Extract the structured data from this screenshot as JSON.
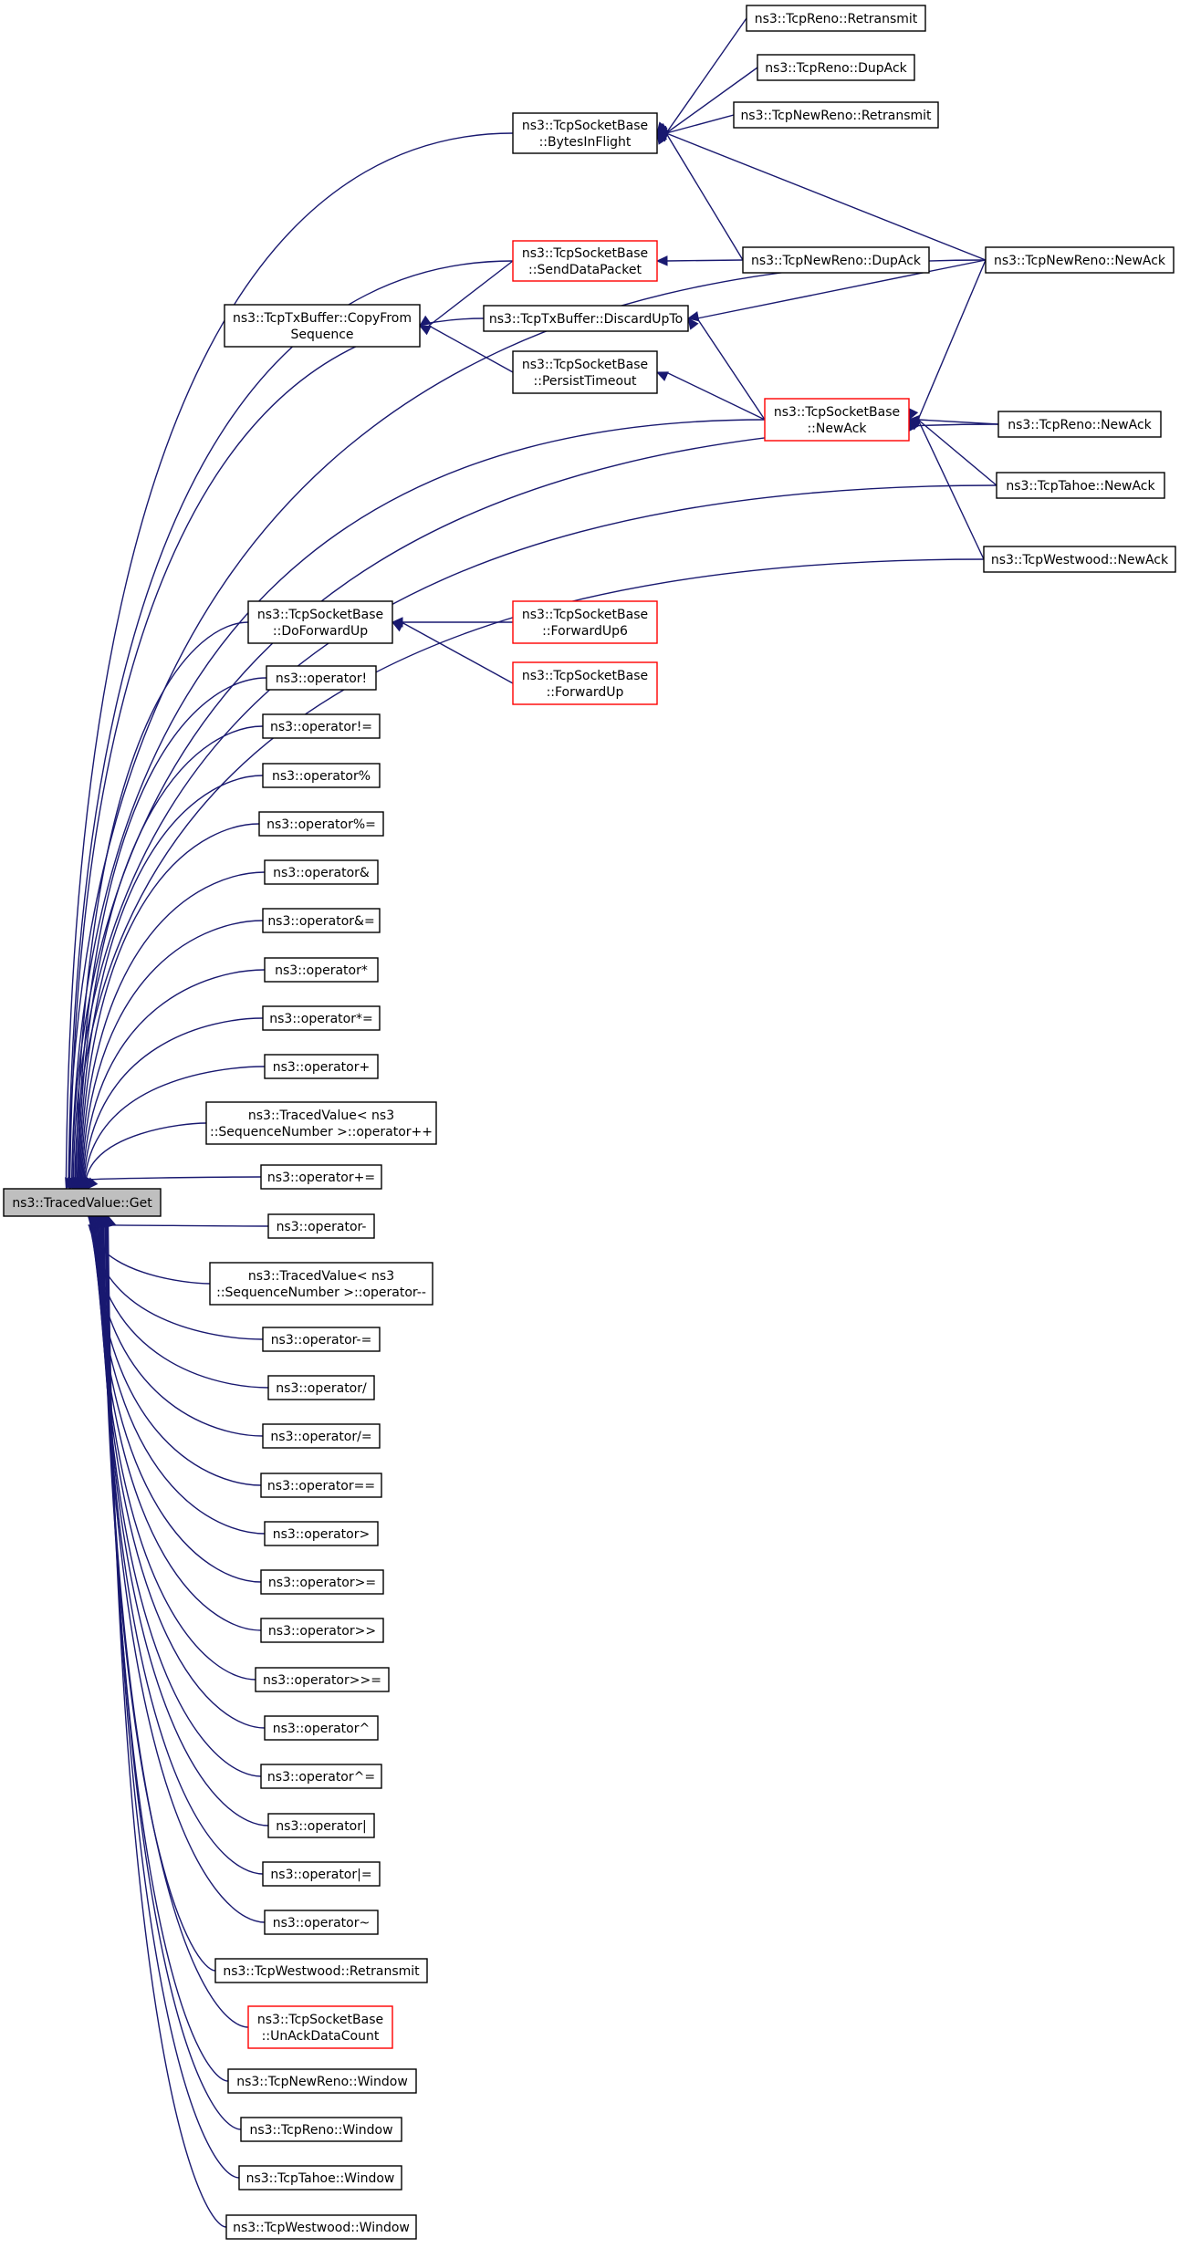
{
  "diagram": {
    "colors": {
      "edge": "#191970",
      "node_border_default": "#000000",
      "node_border_truncated": "#ff0000",
      "root_fill": "#bfbfbf",
      "node_fill": "#ffffff"
    },
    "nodes": [
      {
        "id": "get",
        "lines": [
          "ns3::TracedValue::Get"
        ],
        "style": "root"
      },
      {
        "id": "bif",
        "lines": [
          "ns3::TcpSocketBase",
          "::BytesInFlight"
        ],
        "style": "normal"
      },
      {
        "id": "reno_retx",
        "lines": [
          "ns3::TcpReno::Retransmit"
        ],
        "style": "normal"
      },
      {
        "id": "reno_dupack",
        "lines": [
          "ns3::TcpReno::DupAck"
        ],
        "style": "normal"
      },
      {
        "id": "newreno_retx",
        "lines": [
          "ns3::TcpNewReno::Retransmit"
        ],
        "style": "normal"
      },
      {
        "id": "newreno_newack",
        "lines": [
          "ns3::TcpNewReno::NewAck"
        ],
        "style": "normal"
      },
      {
        "id": "sdp",
        "lines": [
          "ns3::TcpSocketBase",
          "::SendDataPacket"
        ],
        "style": "truncated"
      },
      {
        "id": "newreno_dupack",
        "lines": [
          "ns3::TcpNewReno::DupAck"
        ],
        "style": "normal"
      },
      {
        "id": "cfs",
        "lines": [
          "ns3::TcpTxBuffer::CopyFrom",
          "Sequence"
        ],
        "style": "normal"
      },
      {
        "id": "dut",
        "lines": [
          "ns3::TcpTxBuffer::DiscardUpTo"
        ],
        "style": "normal"
      },
      {
        "id": "pt",
        "lines": [
          "ns3::TcpSocketBase",
          "::PersistTimeout"
        ],
        "style": "normal"
      },
      {
        "id": "sb_newack",
        "lines": [
          "ns3::TcpSocketBase",
          "::NewAck"
        ],
        "style": "truncated"
      },
      {
        "id": "reno_newack",
        "lines": [
          "ns3::TcpReno::NewAck"
        ],
        "style": "normal"
      },
      {
        "id": "tahoe_newack",
        "lines": [
          "ns3::TcpTahoe::NewAck"
        ],
        "style": "normal"
      },
      {
        "id": "westwood_newack",
        "lines": [
          "ns3::TcpWestwood::NewAck"
        ],
        "style": "normal"
      },
      {
        "id": "dfu",
        "lines": [
          "ns3::TcpSocketBase",
          "::DoForwardUp"
        ],
        "style": "normal"
      },
      {
        "id": "fu6",
        "lines": [
          "ns3::TcpSocketBase",
          "::ForwardUp6"
        ],
        "style": "truncated"
      },
      {
        "id": "fu",
        "lines": [
          "ns3::TcpSocketBase",
          "::ForwardUp"
        ],
        "style": "truncated"
      },
      {
        "id": "op_not",
        "lines": [
          "ns3::operator!"
        ],
        "style": "normal"
      },
      {
        "id": "op_ne",
        "lines": [
          "ns3::operator!="
        ],
        "style": "normal"
      },
      {
        "id": "op_mod",
        "lines": [
          "ns3::operator%"
        ],
        "style": "normal"
      },
      {
        "id": "op_modeq",
        "lines": [
          "ns3::operator%="
        ],
        "style": "normal"
      },
      {
        "id": "op_and",
        "lines": [
          "ns3::operator&"
        ],
        "style": "normal"
      },
      {
        "id": "op_andeq",
        "lines": [
          "ns3::operator&="
        ],
        "style": "normal"
      },
      {
        "id": "op_mul",
        "lines": [
          "ns3::operator*"
        ],
        "style": "normal"
      },
      {
        "id": "op_muleq",
        "lines": [
          "ns3::operator*="
        ],
        "style": "normal"
      },
      {
        "id": "op_plus",
        "lines": [
          "ns3::operator+"
        ],
        "style": "normal"
      },
      {
        "id": "tv_inc",
        "lines": [
          "ns3::TracedValue< ns3",
          "::SequenceNumber >::operator++"
        ],
        "style": "normal"
      },
      {
        "id": "op_pluseq",
        "lines": [
          "ns3::operator+="
        ],
        "style": "normal"
      },
      {
        "id": "op_minus",
        "lines": [
          "ns3::operator-"
        ],
        "style": "normal"
      },
      {
        "id": "tv_dec",
        "lines": [
          "ns3::TracedValue< ns3",
          "::SequenceNumber >::operator--"
        ],
        "style": "normal"
      },
      {
        "id": "op_minuseq",
        "lines": [
          "ns3::operator-="
        ],
        "style": "normal"
      },
      {
        "id": "op_div",
        "lines": [
          "ns3::operator/"
        ],
        "style": "normal"
      },
      {
        "id": "op_diveq",
        "lines": [
          "ns3::operator/="
        ],
        "style": "normal"
      },
      {
        "id": "op_eq",
        "lines": [
          "ns3::operator=="
        ],
        "style": "normal"
      },
      {
        "id": "op_gt",
        "lines": [
          "ns3::operator>"
        ],
        "style": "normal"
      },
      {
        "id": "op_ge",
        "lines": [
          "ns3::operator>="
        ],
        "style": "normal"
      },
      {
        "id": "op_shr",
        "lines": [
          "ns3::operator>>"
        ],
        "style": "normal"
      },
      {
        "id": "op_shreq",
        "lines": [
          "ns3::operator>>="
        ],
        "style": "normal"
      },
      {
        "id": "op_xor",
        "lines": [
          "ns3::operator^"
        ],
        "style": "normal"
      },
      {
        "id": "op_xoreq",
        "lines": [
          "ns3::operator^="
        ],
        "style": "normal"
      },
      {
        "id": "op_or",
        "lines": [
          "ns3::operator|"
        ],
        "style": "normal"
      },
      {
        "id": "op_oreq",
        "lines": [
          "ns3::operator|="
        ],
        "style": "normal"
      },
      {
        "id": "op_tilde",
        "lines": [
          "ns3::operator~"
        ],
        "style": "normal"
      },
      {
        "id": "ww_retx",
        "lines": [
          "ns3::TcpWestwood::Retransmit"
        ],
        "style": "normal"
      },
      {
        "id": "uadc",
        "lines": [
          "ns3::TcpSocketBase",
          "::UnAckDataCount"
        ],
        "style": "truncated"
      },
      {
        "id": "newreno_window",
        "lines": [
          "ns3::TcpNewReno::Window"
        ],
        "style": "normal"
      },
      {
        "id": "reno_window",
        "lines": [
          "ns3::TcpReno::Window"
        ],
        "style": "normal"
      },
      {
        "id": "tahoe_window",
        "lines": [
          "ns3::TcpTahoe::Window"
        ],
        "style": "normal"
      },
      {
        "id": "westwood_window",
        "lines": [
          "ns3::TcpWestwood::Window"
        ],
        "style": "normal"
      }
    ],
    "edges": [
      [
        "get",
        "bif"
      ],
      [
        "get",
        "newreno_newack"
      ],
      [
        "get",
        "sdp"
      ],
      [
        "get",
        "dut"
      ],
      [
        "get",
        "sb_newack"
      ],
      [
        "get",
        "reno_newack"
      ],
      [
        "get",
        "tahoe_newack"
      ],
      [
        "get",
        "westwood_newack"
      ],
      [
        "get",
        "dfu"
      ],
      [
        "get",
        "op_not"
      ],
      [
        "get",
        "op_ne"
      ],
      [
        "get",
        "op_mod"
      ],
      [
        "get",
        "op_modeq"
      ],
      [
        "get",
        "op_and"
      ],
      [
        "get",
        "op_andeq"
      ],
      [
        "get",
        "op_mul"
      ],
      [
        "get",
        "op_muleq"
      ],
      [
        "get",
        "op_plus"
      ],
      [
        "get",
        "tv_inc"
      ],
      [
        "get",
        "op_pluseq"
      ],
      [
        "get",
        "op_minus"
      ],
      [
        "get",
        "tv_dec"
      ],
      [
        "get",
        "op_minuseq"
      ],
      [
        "get",
        "op_div"
      ],
      [
        "get",
        "op_diveq"
      ],
      [
        "get",
        "op_eq"
      ],
      [
        "get",
        "op_gt"
      ],
      [
        "get",
        "op_ge"
      ],
      [
        "get",
        "op_shr"
      ],
      [
        "get",
        "op_shreq"
      ],
      [
        "get",
        "op_xor"
      ],
      [
        "get",
        "op_xoreq"
      ],
      [
        "get",
        "op_or"
      ],
      [
        "get",
        "op_oreq"
      ],
      [
        "get",
        "op_tilde"
      ],
      [
        "get",
        "ww_retx"
      ],
      [
        "get",
        "uadc"
      ],
      [
        "get",
        "newreno_window"
      ],
      [
        "get",
        "reno_window"
      ],
      [
        "get",
        "tahoe_window"
      ],
      [
        "get",
        "westwood_window"
      ],
      [
        "bif",
        "reno_retx"
      ],
      [
        "bif",
        "reno_dupack"
      ],
      [
        "bif",
        "newreno_retx"
      ],
      [
        "bif",
        "newreno_newack"
      ],
      [
        "bif",
        "newreno_dupack"
      ],
      [
        "sdp",
        "newreno_dupack"
      ],
      [
        "cfs",
        "sdp"
      ],
      [
        "cfs",
        "pt"
      ],
      [
        "dut",
        "newreno_newack"
      ],
      [
        "dut",
        "sb_newack"
      ],
      [
        "pt",
        "sb_newack"
      ],
      [
        "sb_newack",
        "newreno_newack"
      ],
      [
        "sb_newack",
        "reno_newack"
      ],
      [
        "sb_newack",
        "tahoe_newack"
      ],
      [
        "sb_newack",
        "westwood_newack"
      ],
      [
        "dfu",
        "fu6"
      ],
      [
        "dfu",
        "fu"
      ]
    ]
  }
}
